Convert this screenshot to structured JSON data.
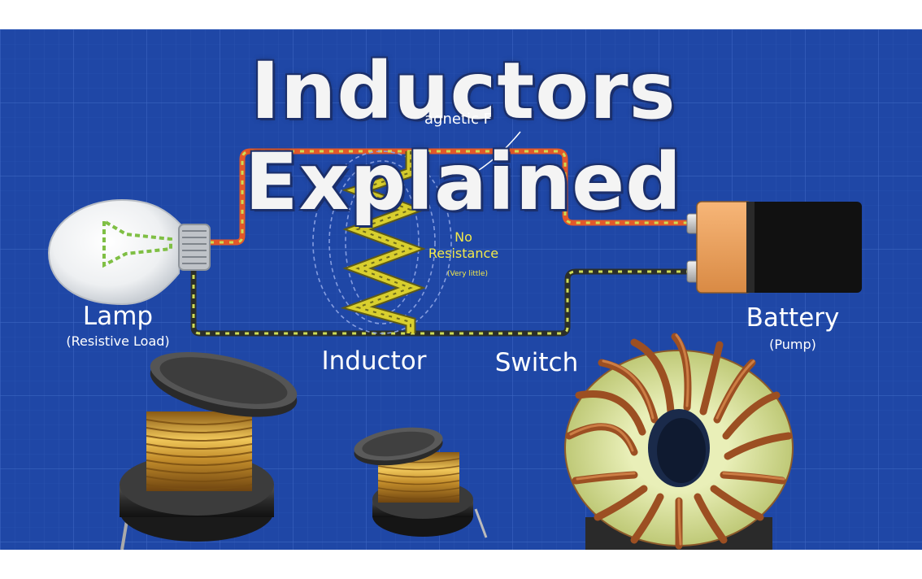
{
  "title": "Inductors Explained",
  "annotations": {
    "magnetic_field": "agnetic F",
    "no_resistance": [
      "No",
      "Resistance"
    ],
    "very_little": "(Very little)"
  },
  "labels": {
    "lamp": "Lamp",
    "lamp_sub": "(Resistive Load)",
    "inductor": "Inductor",
    "switch": "Switch",
    "battery": "Battery",
    "battery_sub": "(Pump)"
  },
  "colors": {
    "background": "#1f47a6",
    "grid": "#3a63c0",
    "wire_positive": "#e2582a",
    "wire_negative": "#2b2f2a",
    "wire_dash": "#cfdc55",
    "coil": "#d9cf2e",
    "copper": "#b5652e",
    "gold_winding": "#c9962c",
    "battery_orange": "#f0a460",
    "battery_black": "#111111"
  }
}
